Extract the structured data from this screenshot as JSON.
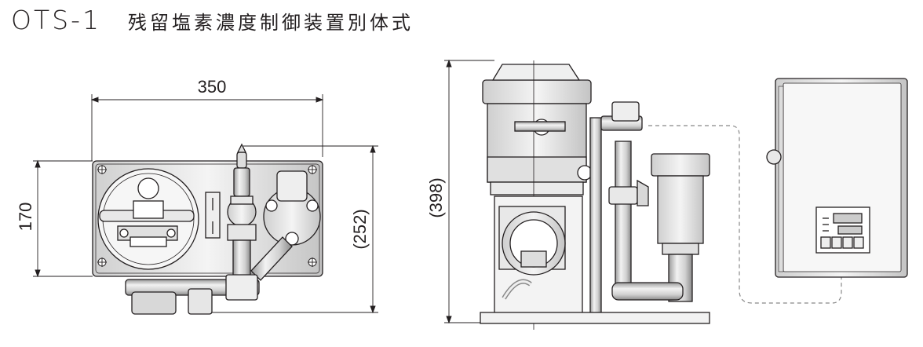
{
  "title": {
    "model": "OTS-1",
    "description": "残留塩素濃度制御装置別体式"
  },
  "dimensions": {
    "width": "350",
    "height_front": "170",
    "height_front_overall": "(252)",
    "height_side_overall": "(398)"
  }
}
